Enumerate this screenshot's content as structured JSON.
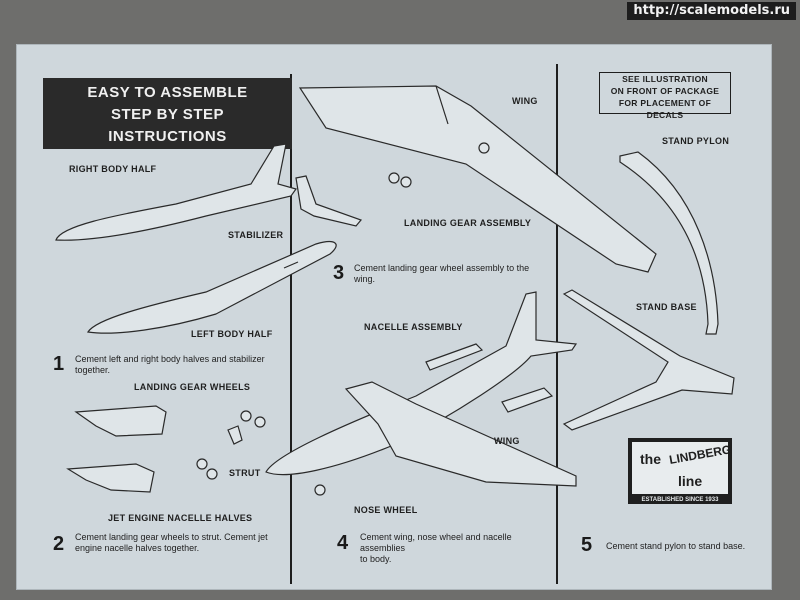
{
  "watermark": "http://scalemodels.ru",
  "header": {
    "line1": "EASY TO ASSEMBLE",
    "line2": "STEP BY STEP",
    "line3": "INSTRUCTIONS"
  },
  "decal_note": {
    "line1": "SEE ILLUSTRATION",
    "line2": "ON FRONT OF PACKAGE",
    "line3": "FOR PLACEMENT OF DECALS"
  },
  "labels": {
    "right_body_half": "RIGHT BODY HALF",
    "stabilizer": "STABILIZER",
    "left_body_half": "LEFT BODY HALF",
    "landing_gear_wheels": "LANDING GEAR WHEELS",
    "strut": "STRUT",
    "jet_engine_nacelle_halves": "JET ENGINE NACELLE HALVES",
    "wing_top": "WING",
    "landing_gear_assembly": "LANDING GEAR ASSEMBLY",
    "nacelle_assembly": "NACELLE ASSEMBLY",
    "wing_bottom": "WING",
    "nose_wheel": "NOSE WHEEL",
    "stand_pylon": "STAND PYLON",
    "stand_base": "STAND BASE"
  },
  "steps": [
    {
      "number": "1",
      "text_line1": "Cement left and right body halves and stabilizer",
      "text_line2": "together."
    },
    {
      "number": "2",
      "text_line1": "Cement landing gear wheels to strut. Cement jet",
      "text_line2": "engine nacelle halves together."
    },
    {
      "number": "3",
      "text_line1": "Cement landing gear wheel assembly to the",
      "text_line2": "wing."
    },
    {
      "number": "4",
      "text_line1": "Cement wing, nose wheel and nacelle assemblies",
      "text_line2": "to body."
    },
    {
      "number": "5",
      "text_line1": "Cement stand pylon to stand base.",
      "text_line2": ""
    }
  ],
  "logo": {
    "the": "the",
    "brand": "LINDBERG",
    "line": "line",
    "tagline": "ESTABLISHED SINCE 1933"
  }
}
